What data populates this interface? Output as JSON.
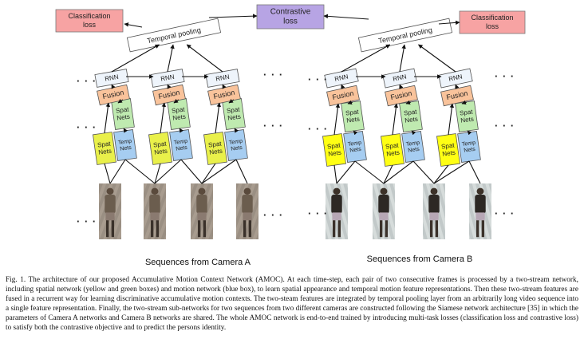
{
  "losses": {
    "classification_a": "Classification loss",
    "contrastive": "Contrastive loss",
    "classification_b": "Classification loss"
  },
  "temporal_pooling": "Temporal pooling",
  "labels": {
    "rnn": "RNN",
    "fusion": "Fusion",
    "spat_nets": "Spat Nets",
    "temp_nets": "Temp Nets",
    "ellipsis": "· · ·"
  },
  "camera_a": "Sequences from Camera A",
  "camera_b": "Sequences from Camera B",
  "colors": {
    "classification": "#f7a3a3",
    "contrastive": "#b7a4e4",
    "fusion": "#f9c39b",
    "spatial_a": "#e9f04a",
    "spatial_b": "#ffff14",
    "green": "#bfeab0",
    "blue": "#a6cdf1",
    "rnn": "#eef4fb"
  },
  "caption": "Fig. 1. The architecture of our proposed Accumulative Motion Context Network (AMOC). At each time-step, each pair of two consecutive frames is processed by a two-stream network, including spatial network (yellow and green boxes) and motion network (blue box), to learn spatial appearance and temporal motion feature representations. Then these two-stream features are fused in a recurrent way for learning discriminative accumulative motion contexts. The two-steam features are integrated by temporal pooling layer from an arbitrarily long video sequence into a single feature representation. Finally, the two-stream sub-networks for two sequences from two different cameras are constructed following the Siamese network architecture [35] in which the parameters of Camera A networks and Camera B networks are shared. The whole AMOC network is end-to-end trained by introducing multi-task losses (classification loss and contrastive loss) to satisfy both the contrastive objective and to predict the persons identity."
}
